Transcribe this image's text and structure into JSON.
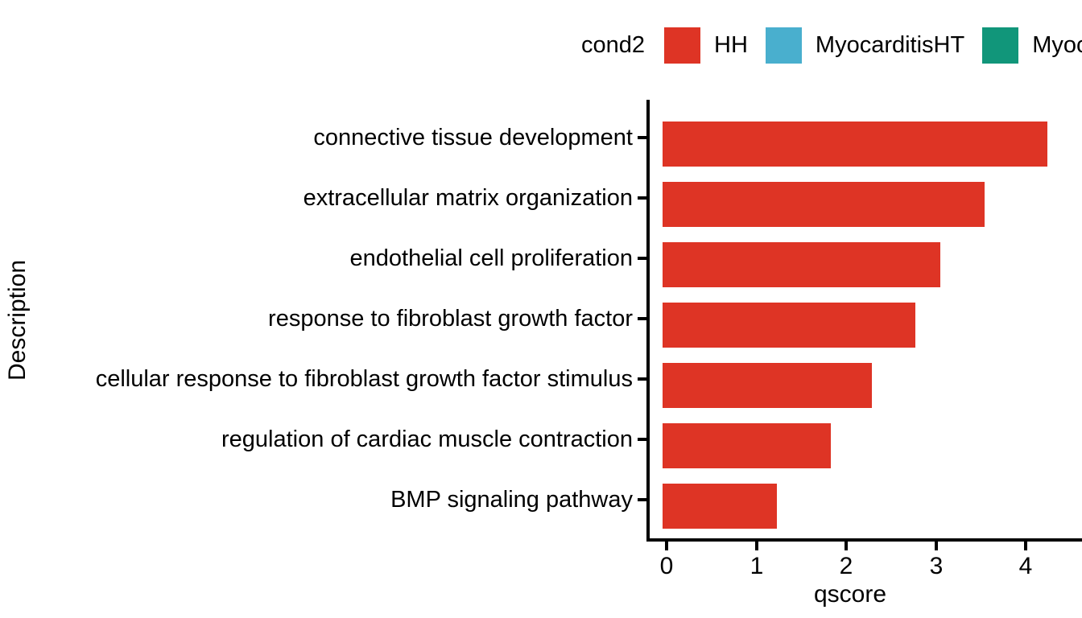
{
  "legend": {
    "title": "cond2",
    "items": [
      {
        "label": "HH",
        "color": "#DE3425"
      },
      {
        "label": "MyocarditisHT",
        "color": "#49AFCE"
      },
      {
        "label": "Myocard",
        "color": "#11967A"
      }
    ]
  },
  "axes": {
    "x_title": "qscore",
    "y_title": "Description",
    "x_ticks": [
      "0",
      "1",
      "2",
      "3",
      "4"
    ]
  },
  "chart_data": {
    "type": "bar",
    "orientation": "horizontal",
    "title": "",
    "xlabel": "qscore",
    "ylabel": "Description",
    "xlim": [
      0,
      4.85
    ],
    "grid": false,
    "legend_position": "top",
    "legend_title": "cond2",
    "categories": [
      "connective tissue development",
      "extracellular matrix organization",
      "endothelial cell proliferation",
      "response to fibroblast growth factor",
      "cellular response to fibroblast growth factor stimulus",
      "regulation of cardiac muscle contraction",
      "BMP signaling pathway"
    ],
    "series": [
      {
        "name": "HH",
        "color": "#DE3425",
        "values": [
          4.29,
          3.59,
          3.09,
          2.82,
          2.33,
          1.87,
          1.27
        ]
      }
    ],
    "x_ticks": [
      0,
      1,
      2,
      3,
      4
    ],
    "groups_not_shown": [
      "MyocarditisHT",
      "Myocard"
    ]
  }
}
